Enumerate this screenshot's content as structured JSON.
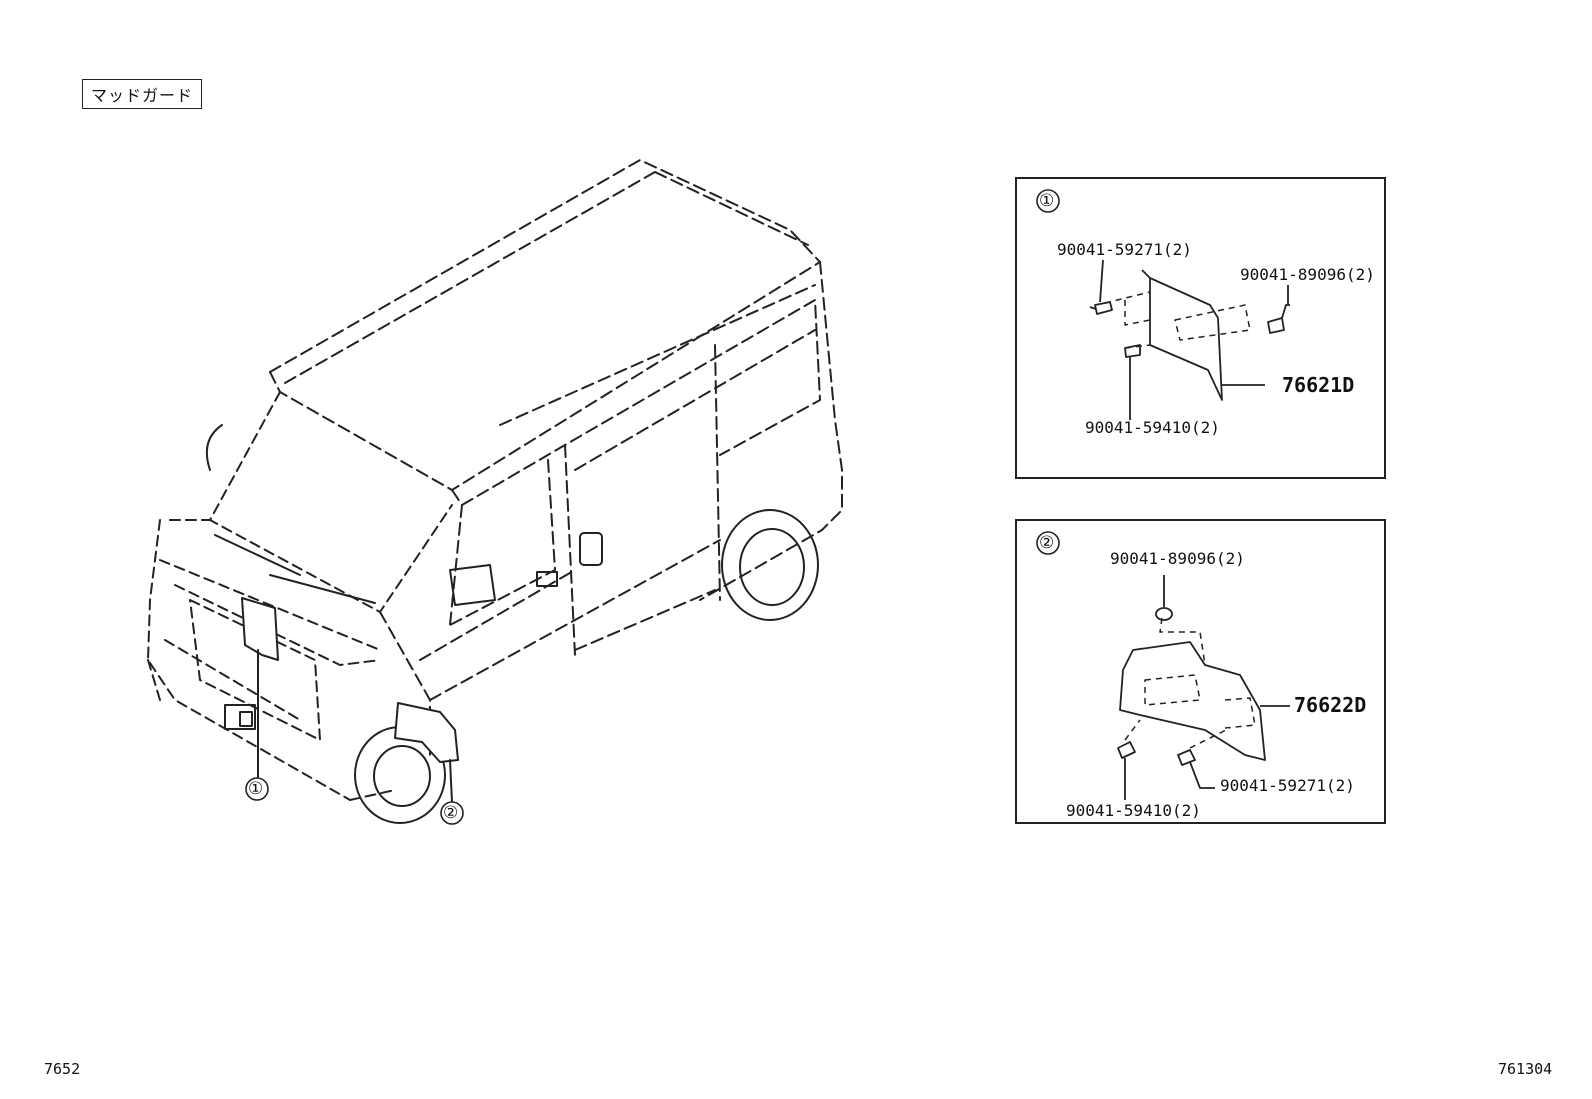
{
  "title": "マッドガード",
  "callouts": {
    "one": "①",
    "two": "②"
  },
  "panel1": {
    "marker": "①",
    "labels": {
      "screw_a": "90041-59271(2)",
      "clip_a": "90041-89096(2)",
      "main_part": "76621D",
      "screw_b": "90041-59410(2)"
    }
  },
  "panel2": {
    "marker": "②",
    "labels": {
      "clip_a": "90041-89096(2)",
      "main_part": "76622D",
      "screw_a": "90041-59271(2)",
      "screw_b": "90041-59410(2)"
    }
  },
  "footer": {
    "left_code": "7652",
    "right_code": "761304"
  }
}
